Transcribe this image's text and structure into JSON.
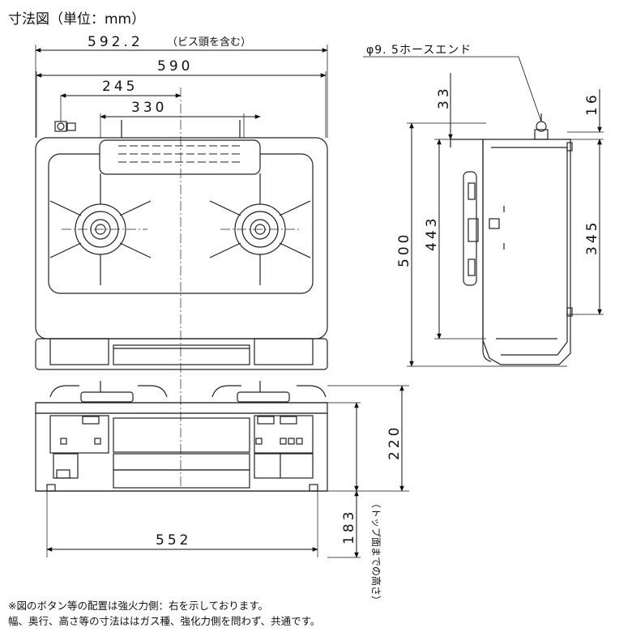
{
  "title": "寸法図（単位：mm）",
  "dimensions": {
    "width_with_screws": "592.2",
    "width_with_screws_note": "（ビス頭を含む）",
    "width": "590",
    "gas_inlet_offset": "245",
    "burner_spacing": "330",
    "hose_end": "φ9. 5ホースエンド",
    "side_top_offset": "33",
    "side_rear_offset": "16",
    "depth_total": "500",
    "depth_top": "443",
    "depth_inner": "345",
    "front_height": "220",
    "bottom_width": "552",
    "top_height": "183",
    "top_height_note": "（トップ面までの高さ）"
  },
  "notes": [
    "※図のボタン等の配置は強火力側：右を示しております。",
    "幅、奥行、高さ等の寸法ははガス種、強化力側を問わず、共通です。"
  ]
}
